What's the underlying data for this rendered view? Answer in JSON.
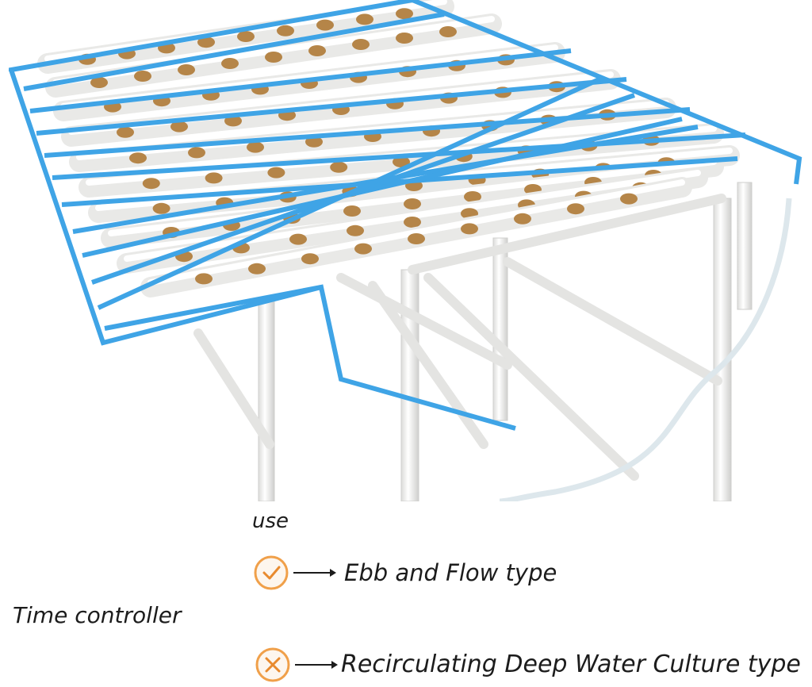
{
  "image": {
    "description_free": true,
    "colors": {
      "outline": "#3fa4e6",
      "pipe": "#f3f3f1",
      "pipe_shadow": "#d7d8d6",
      "hole": "#b58548",
      "badge_ring": "#f0a04a"
    }
  },
  "labels": {
    "use": "use",
    "time_controller": "Time controller"
  },
  "options": [
    {
      "icon": "check-circle-icon",
      "text": "Ebb and Flow type"
    },
    {
      "icon": "cross-circle-icon",
      "text": "Recirculating Deep Water Culture type"
    }
  ]
}
